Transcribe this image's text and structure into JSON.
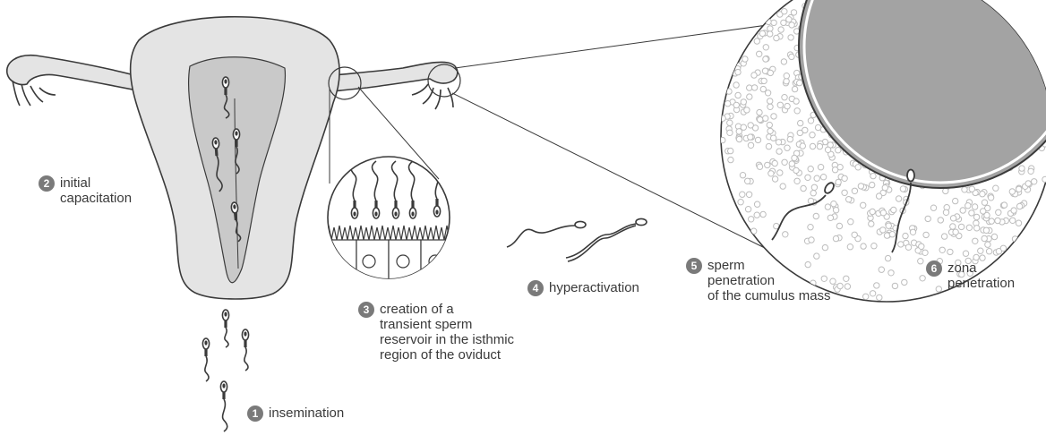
{
  "colors": {
    "uterus_fill": "#e4e4e4",
    "uterus_inner": "#c9c9c9",
    "outline": "#3a3a3a",
    "egg_fill": "#a3a3a3",
    "cumulus_cells": "#bdbdbd",
    "badge": "#7a7a7a",
    "label_text": "#3a3a3a"
  },
  "steps": [
    {
      "number": "1",
      "lines": [
        "insemination"
      ]
    },
    {
      "number": "2",
      "lines": [
        "initial",
        "capacitation"
      ]
    },
    {
      "number": "3",
      "lines": [
        "creation of a",
        "transient sperm",
        "reservoir in the isthmic",
        "region of the oviduct"
      ]
    },
    {
      "number": "4",
      "lines": [
        "hyperactivation"
      ]
    },
    {
      "number": "5",
      "lines": [
        "sperm",
        "penetration",
        "of the cumulus mass"
      ]
    },
    {
      "number": "6",
      "lines": [
        "zona",
        "penetration"
      ]
    }
  ],
  "icons": [
    "sperm-icon",
    "epithelial-cell-icon",
    "oocyte-icon",
    "cumulus-cell-icon",
    "magnifier-circle-icon"
  ]
}
